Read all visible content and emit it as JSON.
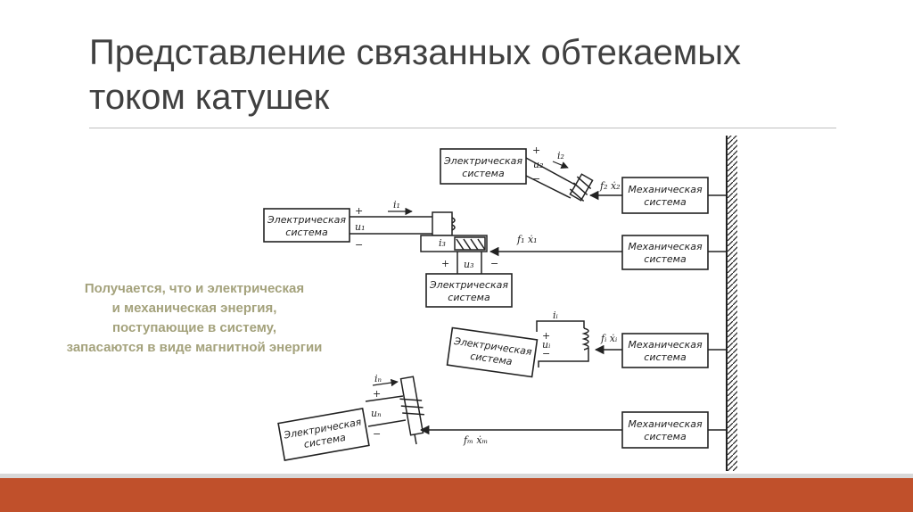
{
  "slide": {
    "title": "Представление связанных обтекаемых током катушек",
    "caption_lines": [
      "Получается, что и электрическая",
      "и механическая энергия,",
      "поступающие в систему,",
      "запасаются в виде магнитной энергии"
    ]
  },
  "diagram": {
    "electrical_system": [
      "Электрическая",
      "система"
    ],
    "mechanical_system": [
      "Механическая",
      "система"
    ],
    "labels": {
      "plus": "+",
      "minus": "−",
      "i1": "i₁",
      "u1": "u₁",
      "i2": "i₂",
      "u2": "u₂",
      "i3": "i₃",
      "u3": "u₃",
      "ii": "iᵢ",
      "ui": "uᵢ",
      "in": "iₙ",
      "un": "uₙ",
      "f1x1": "f₁ ẋ₁",
      "f2x2": "f₂ ẋ₂",
      "fixi": "fᵢ ẋᵢ",
      "fmxm": "fₘ ẋₘ"
    }
  },
  "colors": {
    "title": "#404040",
    "caption": "#a4a27c",
    "accent_bar": "#c0502b",
    "line": "#222222"
  }
}
